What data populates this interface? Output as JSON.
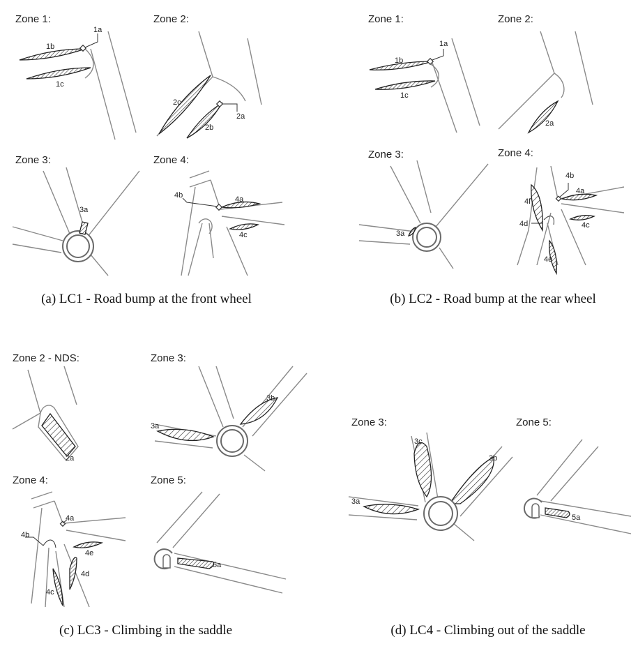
{
  "panels": {
    "a": {
      "caption": "(a) LC1 - Road bump at the front wheel",
      "zones": [
        "Zone 1:",
        "Zone 2:",
        "Zone 3:",
        "Zone 4:"
      ],
      "labels": [
        "1a",
        "1b",
        "1c",
        "2a",
        "2b",
        "2c",
        "3a",
        "4a",
        "4b",
        "4c"
      ]
    },
    "b": {
      "caption": "(b) LC2 - Road bump at the rear wheel",
      "zones": [
        "Zone 1:",
        "Zone 2:",
        "Zone 3:",
        "Zone 4:"
      ],
      "labels": [
        "1a",
        "1b",
        "1c",
        "2a",
        "3a",
        "4a",
        "4b",
        "4c",
        "4d",
        "4e",
        "4f"
      ]
    },
    "c": {
      "caption": "(c) LC3 - Climbing in the saddle",
      "zones": [
        "Zone 2 - NDS:",
        "Zone 3:",
        "Zone 4:",
        "Zone 5:"
      ],
      "labels": [
        "2a",
        "3a",
        "3b",
        "4a",
        "4b",
        "4c",
        "4d",
        "4e",
        "5a"
      ]
    },
    "d": {
      "caption": "(d) LC4 - Climbing out of the saddle",
      "zones": [
        "Zone 3:",
        "Zone 5:"
      ],
      "labels": [
        "3a",
        "3b",
        "3c",
        "5a"
      ]
    }
  }
}
